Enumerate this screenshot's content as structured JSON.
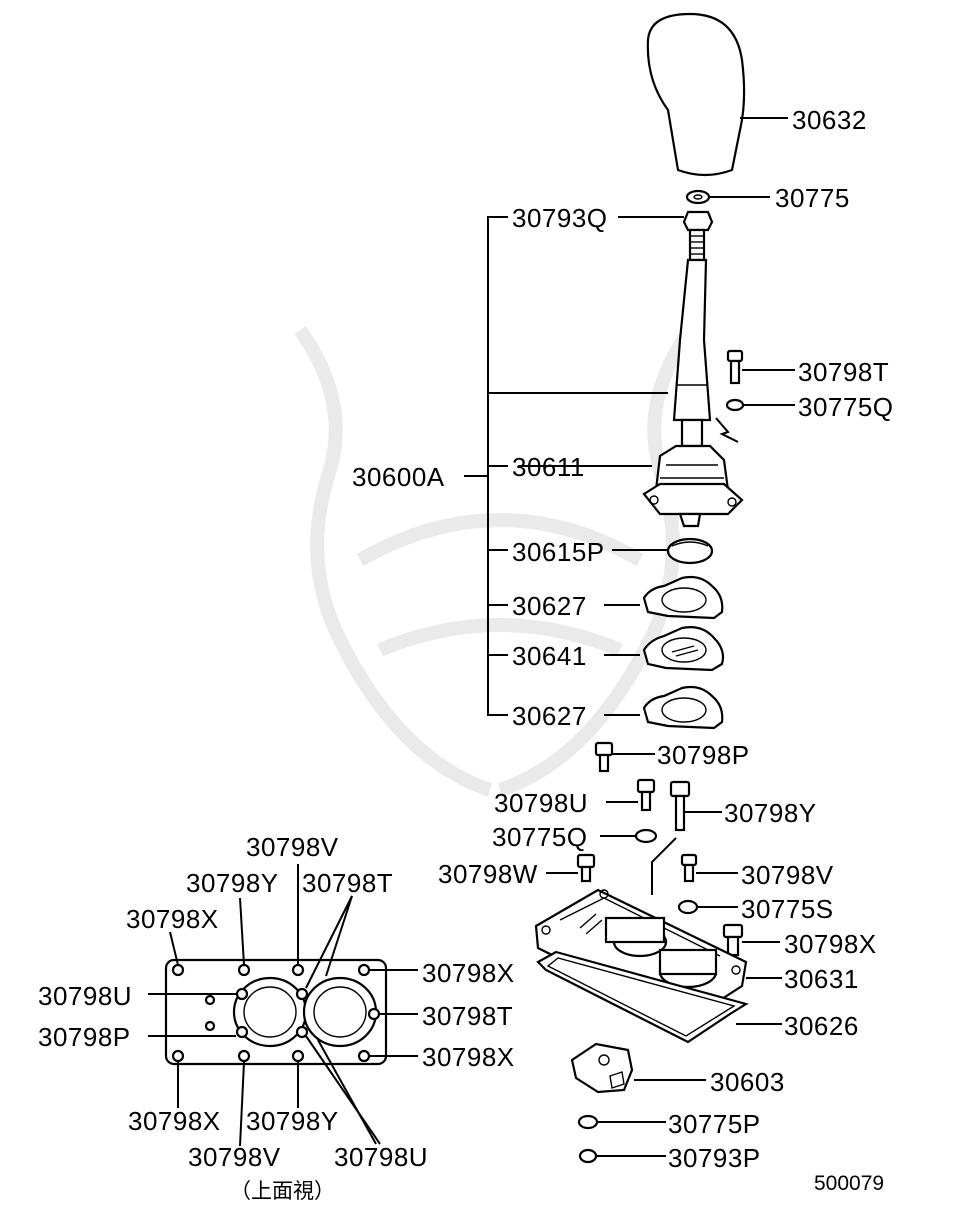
{
  "diagram": {
    "parts": {
      "p30632": "30632",
      "p30775": "30775",
      "p30793Q": "30793Q",
      "p30798T": "30798T",
      "p30775Q": "30775Q",
      "p30600A": "30600A",
      "p30611": "30611",
      "p30615P": "30615P",
      "p30627a": "30627",
      "p30641": "30641",
      "p30627b": "30627",
      "p30798P": "30798P",
      "p30798U": "30798U",
      "p30798Y": "30798Y",
      "p30775Q2": "30775Q",
      "p30798W": "30798W",
      "p30798V": "30798V",
      "p30775S": "30775S",
      "p30798X": "30798X",
      "p30631": "30631",
      "p30626": "30626",
      "p30603": "30603",
      "p30775P": "30775P",
      "p30793P": "30793P"
    },
    "topview": {
      "v_top": "30798V",
      "y_top": "30798Y",
      "t_top": "30798T",
      "x_topleft": "30798X",
      "x_right1": "30798X",
      "u_left": "30798U",
      "t_right": "30798T",
      "p_left": "30798P",
      "x_right2": "30798X",
      "x_bottom": "30798X",
      "y_bottom": "30798Y",
      "v_bottom": "30798V",
      "u_bottom": "30798U",
      "caption": "（上面視）"
    },
    "diagram_number": "500079"
  }
}
